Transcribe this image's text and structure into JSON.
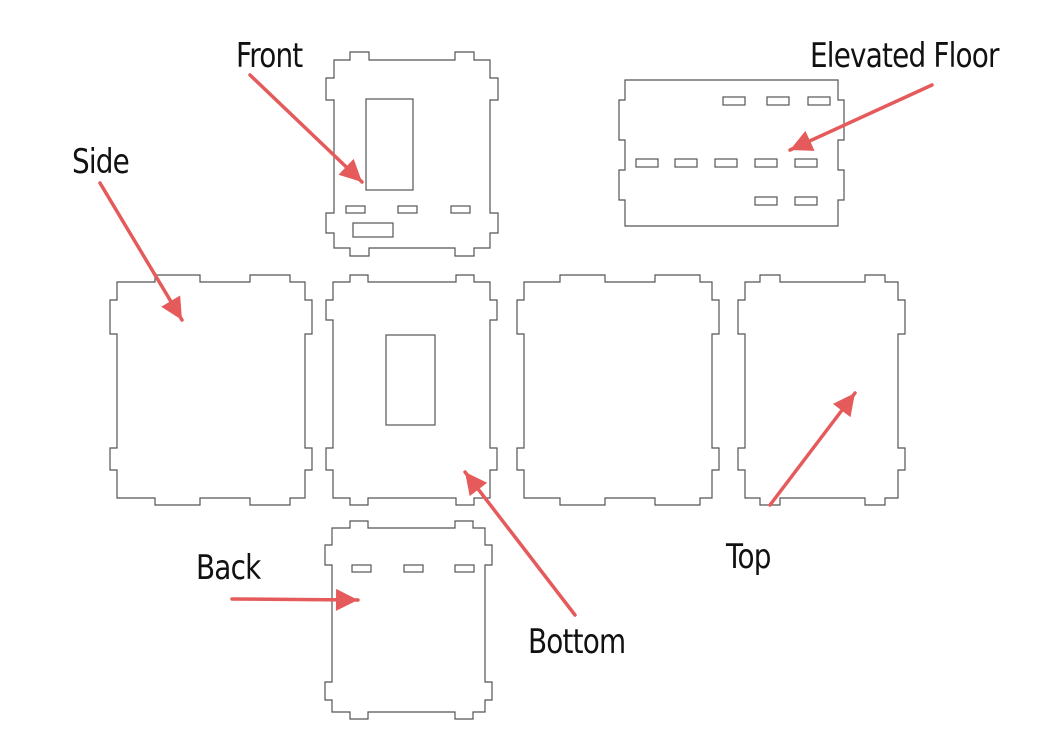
{
  "labels": {
    "front": "Front",
    "side": "Side",
    "elevated_floor": "Elevated Floor",
    "back": "Back",
    "bottom": "Bottom",
    "top": "Top"
  },
  "colors": {
    "arrow": "#e55a5a",
    "outline": "#555555"
  }
}
